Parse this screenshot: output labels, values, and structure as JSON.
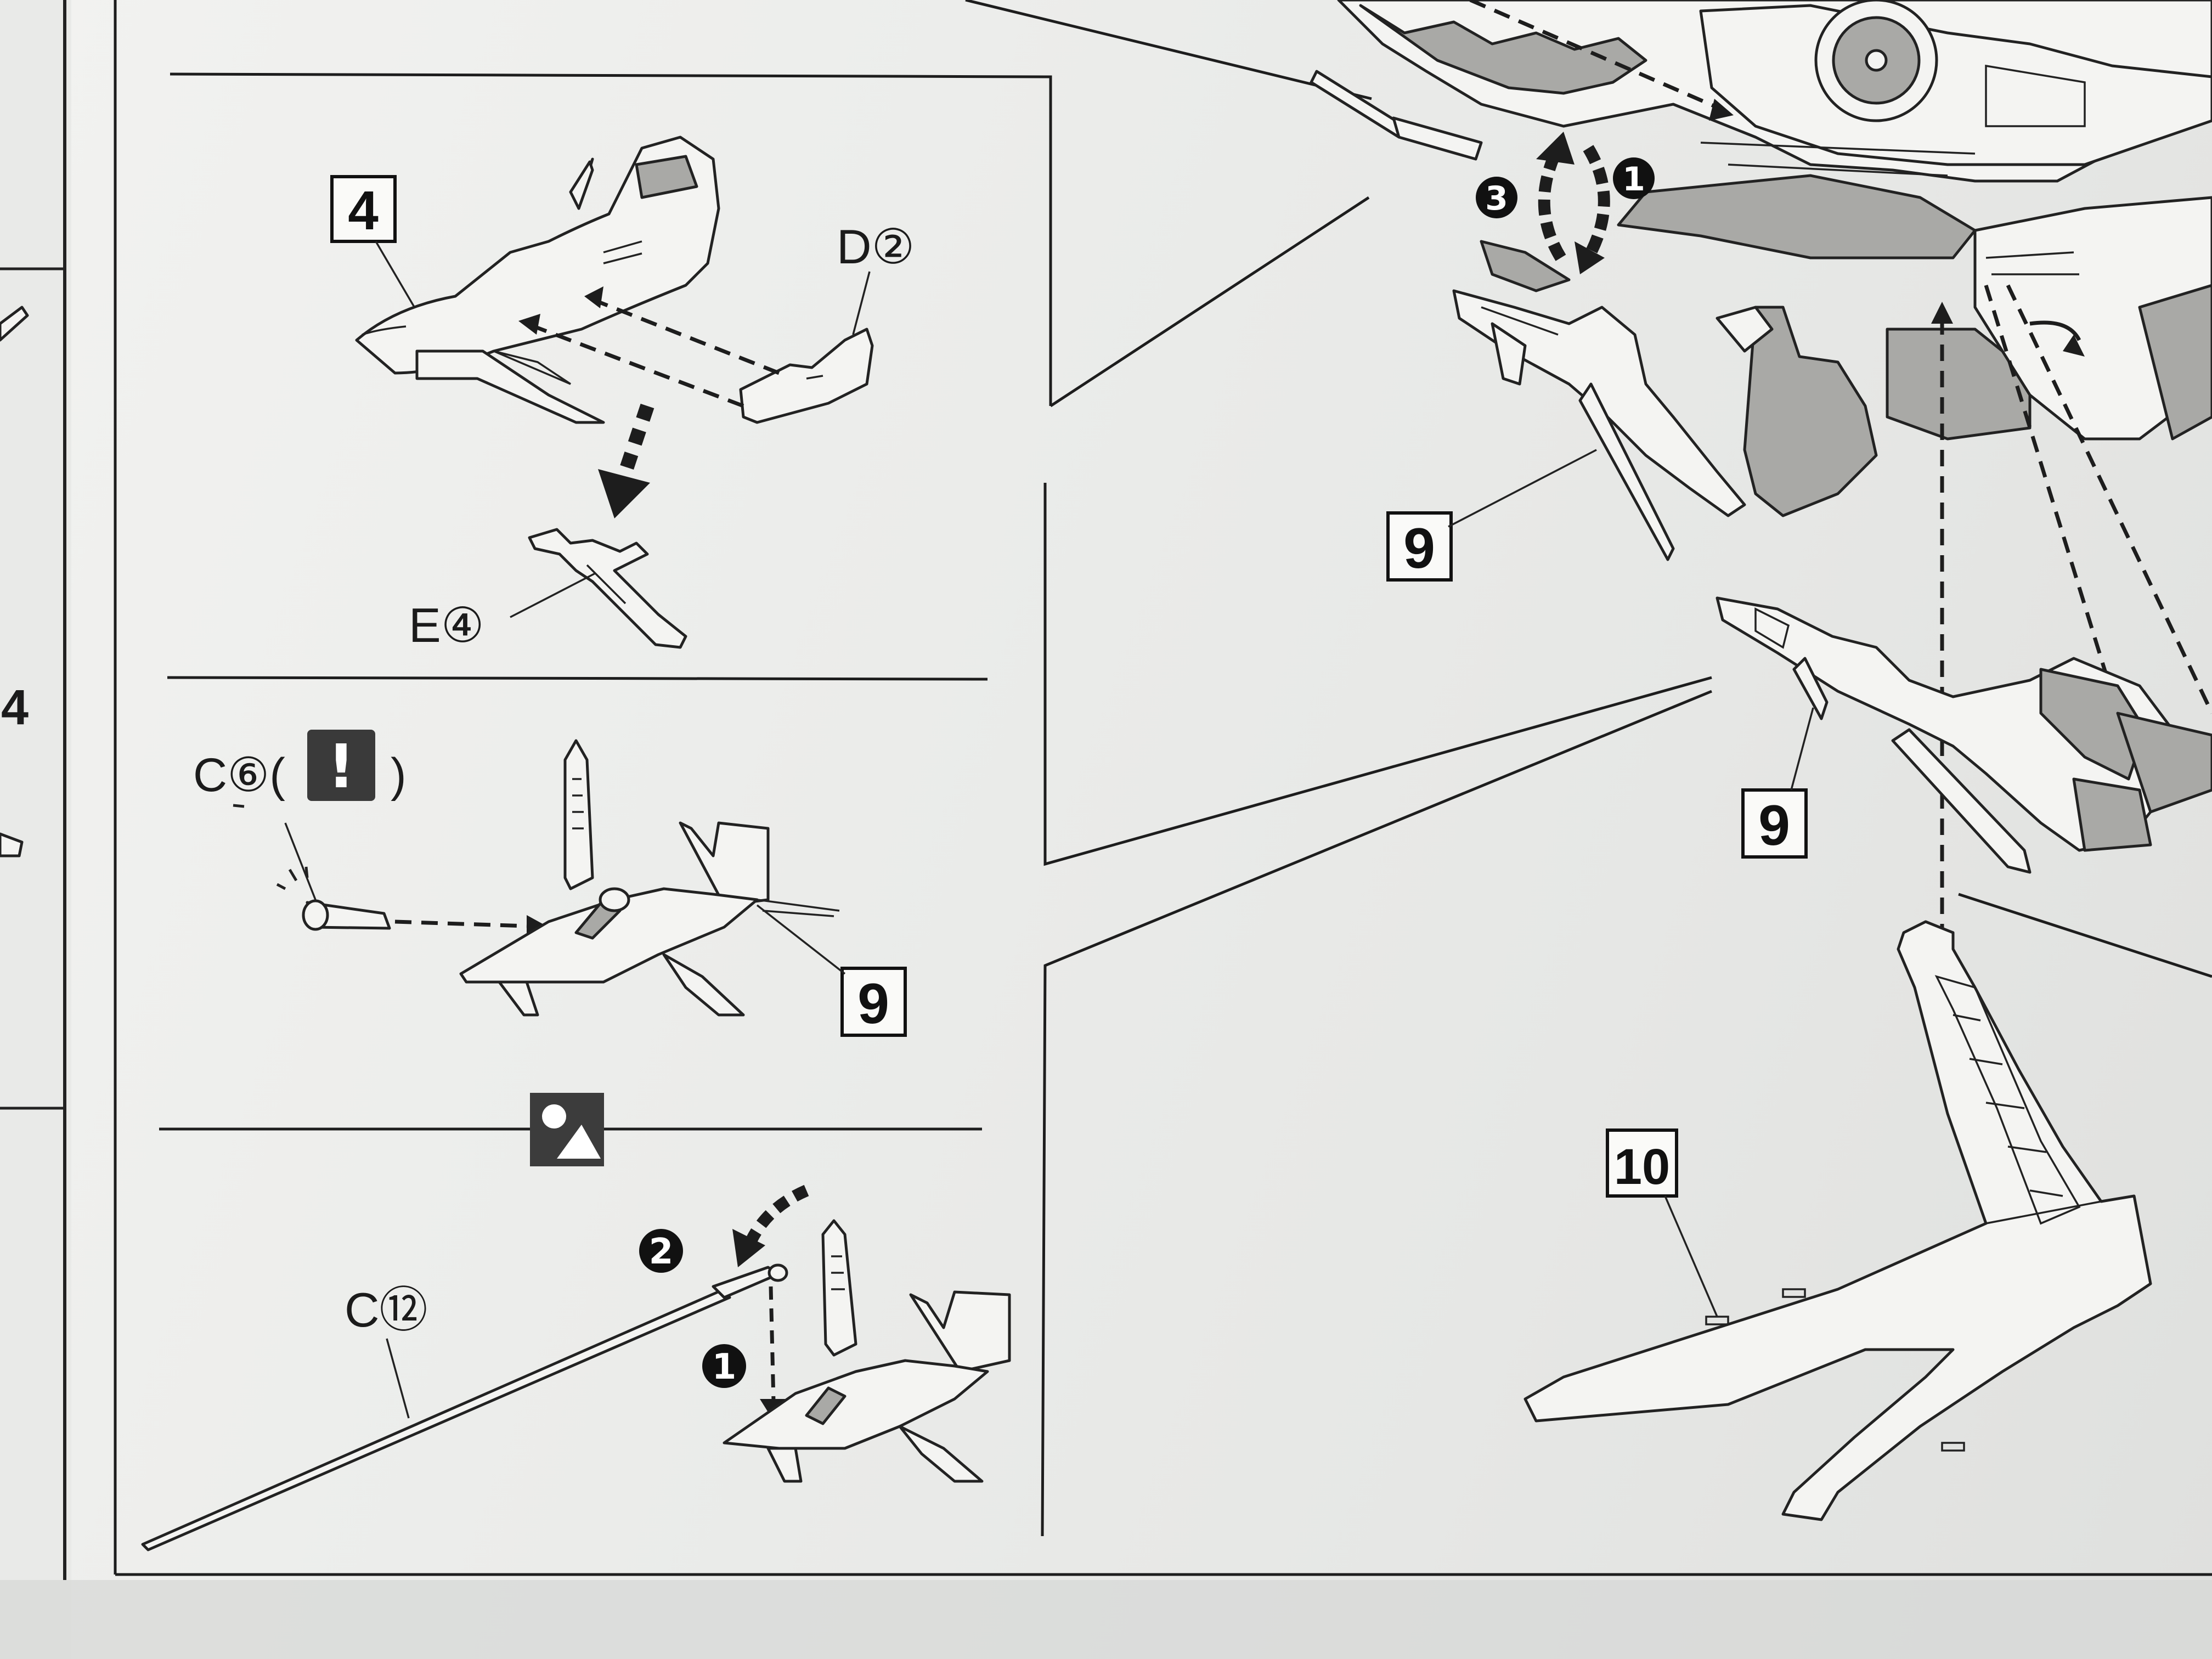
{
  "labels": {
    "step_4": "4",
    "part_d2": "D②",
    "part_e4": "E④",
    "part_c6": "C⑥(",
    "part_c6_close": ")",
    "caution": "!",
    "step_9_a": "9",
    "step_9_b": "9",
    "step_9_c": "9",
    "step_10": "10",
    "part_c12": "C⑫",
    "num_1_a": "1",
    "num_2": "2",
    "num_1_b": "1",
    "num_3": "3",
    "left_edge_num": "4"
  },
  "icons": {
    "caution": "exclamation-caution-icon",
    "option": "circle-triangle-option-icon"
  }
}
